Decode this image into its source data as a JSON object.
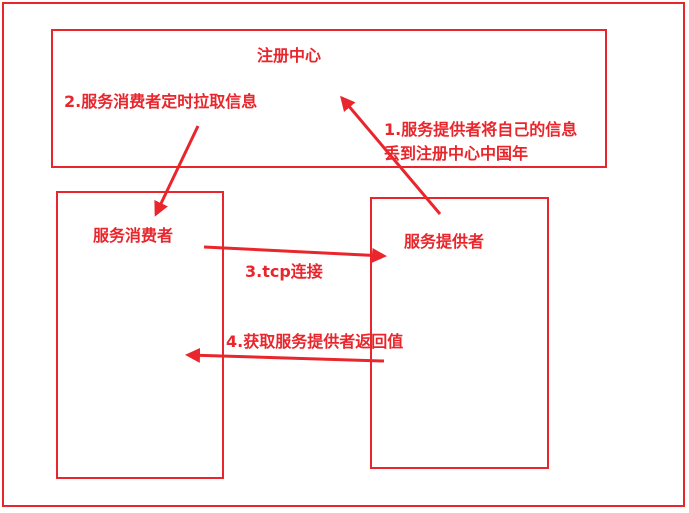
{
  "colors": {
    "accent": "#e8262c"
  },
  "boxes": {
    "registry": "注册中心",
    "consumer": "服务消费者",
    "provider": "服务提供者"
  },
  "steps": {
    "step1_line1": "1.服务提供者将自己的信息",
    "step1_line2": "丢到注册中心中国年",
    "step2": "2.服务消费者定时拉取信息",
    "step3": "3.tcp连接",
    "step4": "4.获取服务提供者返回值"
  }
}
